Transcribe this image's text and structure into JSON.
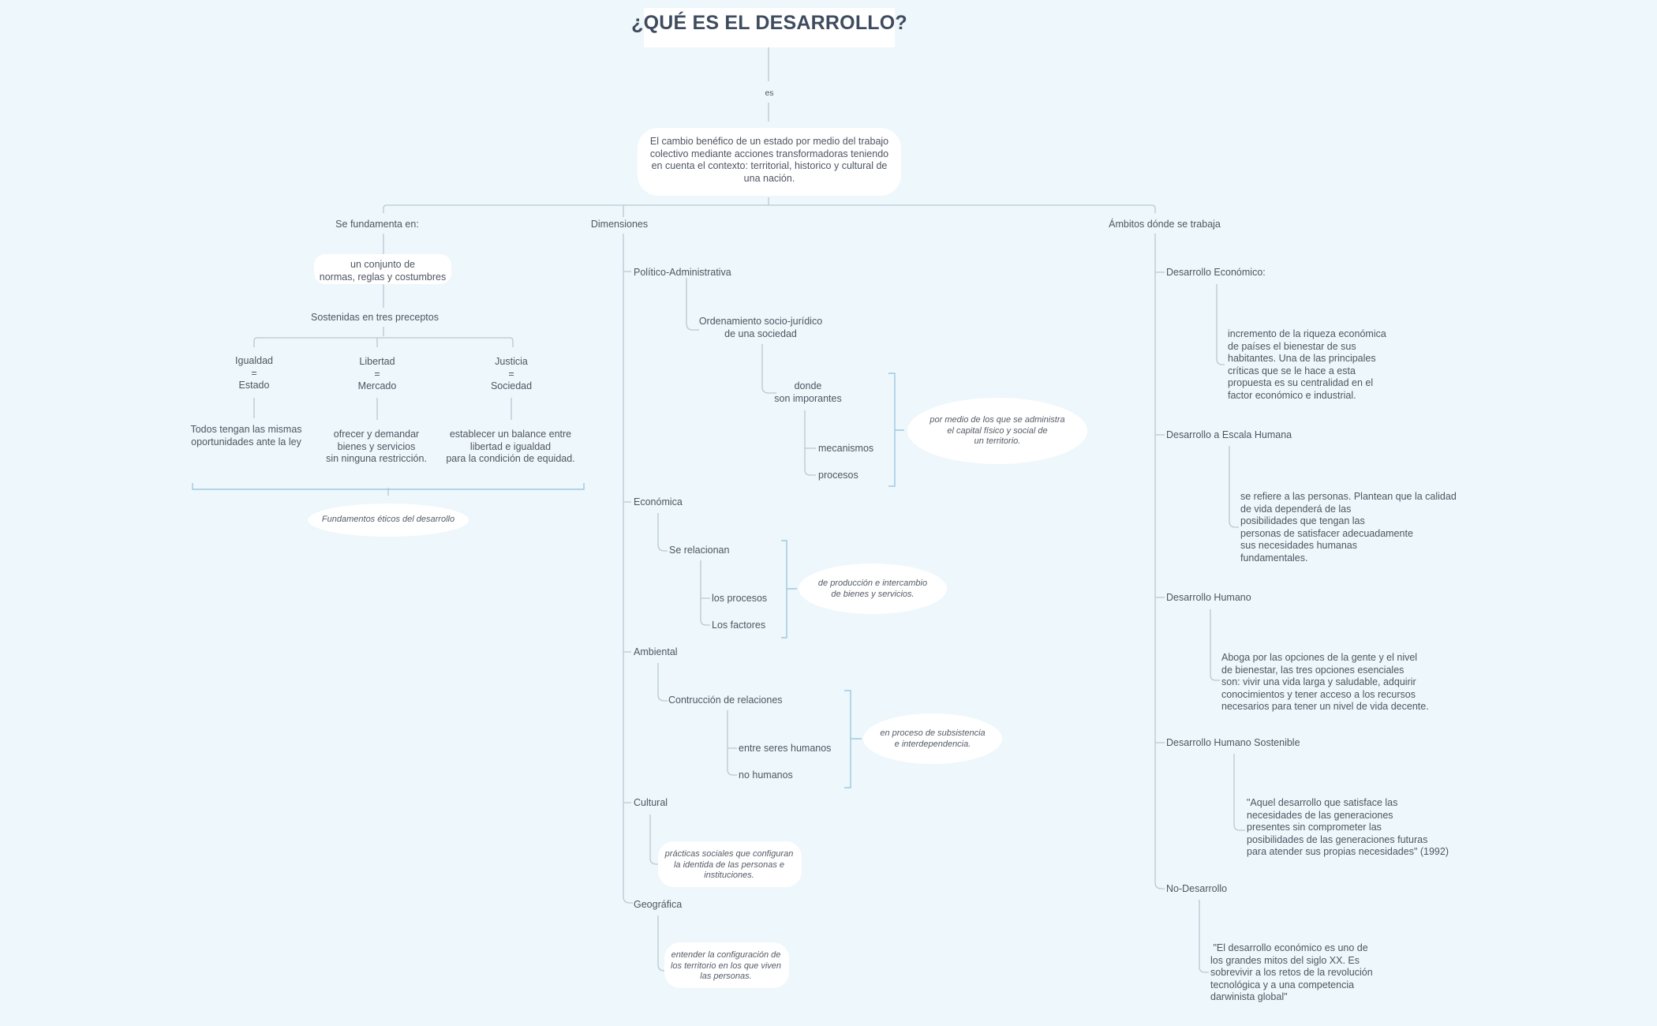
{
  "title": "¿QUÉ ES EL DESARROLLO?",
  "link_es": "es",
  "definition": "El cambio benéfico de un estado por medio del trabajo\ncolectivo mediante acciones transformadoras teniendo\nen cuenta el contexto: territorial, historico y cultural de\nuna nación.",
  "left": {
    "heading": "Se fundamenta en:",
    "node": "un conjunto de\nnormas, reglas y costumbres",
    "sub": "Sostenidas en tres preceptos",
    "precepts": [
      {
        "name": "Igualdad\n=\nEstado",
        "desc": "Todos tengan las mismas\noportunidades ante la ley"
      },
      {
        "name": "Libertad\n=\nMercado",
        "desc": "ofrecer y demandar\nbienes y servicios\nsin ninguna restricción."
      },
      {
        "name": "Justicia\n=\nSociedad",
        "desc": "establecer un balance entre\nlibertad e igualdad\npara la condición de equidad."
      }
    ],
    "summary": "Fundamentos éticos del desarrollo"
  },
  "middle": {
    "heading": "Dimensiones",
    "politica": {
      "label": "Político-Administrativa",
      "ord": "Ordenamiento socio-jurídico\nde una sociedad",
      "donde": "donde\nson imporantes",
      "items": [
        "mecanismos",
        "procesos"
      ],
      "note": "por medio de los que se administra\nel capital físico y social de\nun territorio."
    },
    "economica": {
      "label": "Económica",
      "rel": "Se relacionan",
      "items": [
        "los procesos",
        "Los factores"
      ],
      "note": "de producción e intercambio\nde bienes y servicios."
    },
    "ambiental": {
      "label": "Ambiental",
      "rel": "Contrucción de relaciones",
      "items": [
        "entre seres humanos",
        "no humanos"
      ],
      "note": "en proceso de subsistencia\ne interdependencia."
    },
    "cultural": {
      "label": "Cultural",
      "note": "prácticas sociales que configuran\nla identida de las personas e\ninstituciones."
    },
    "geografica": {
      "label": "Geográfica",
      "note": "entender la configuración de\nlos territorio en los que viven\nlas personas."
    }
  },
  "right": {
    "heading": "Ámbitos dónde se trabaja",
    "items": [
      {
        "label": "Desarrollo Económico:",
        "desc": "incremento de la riqueza económica\nde países el bienestar de sus\nhabitantes. Una de las principales\ncríticas que se le hace a esta\npropuesta es su centralidad en el\nfactor económico e industrial."
      },
      {
        "label": "Desarrollo a Escala Humana",
        "desc": "se refiere a las personas. Plantean que la calidad\nde vida dependerá de las\nposibilidades que tengan las\npersonas de satisfacer adecuadamente\nsus necesidades humanas\nfundamentales."
      },
      {
        "label": "Desarrollo Humano",
        "desc": "Aboga por las opciones de la gente y el nivel\nde bienestar, las tres opciones esenciales\nson: vivir una vida larga y saludable, adquirir\nconocimientos y tener acceso a los recursos\nnecesarios para tener un nivel de vida decente."
      },
      {
        "label": "Desarrollo Humano Sostenible",
        "desc": "\"Aquel desarrollo que satisface las\nnecesidades de las generaciones\npresentes sin comprometer las\nposibilidades de las generaciones futuras\npara atender sus propias necesidades\" (1992)"
      },
      {
        "label": "No-Desarrollo",
        "desc": " \"El desarrollo económico es uno de\nlos grandes mitos del siglo XX. Es\nsobrevivir a los retos de la revolución\ntecnológica y a una competencia\ndarwinista global\""
      }
    ]
  },
  "colors": {
    "background": "#eef7fb",
    "line": "#b9c8d2",
    "bracket": "#9ec9e2",
    "text": "#4f5562"
  }
}
